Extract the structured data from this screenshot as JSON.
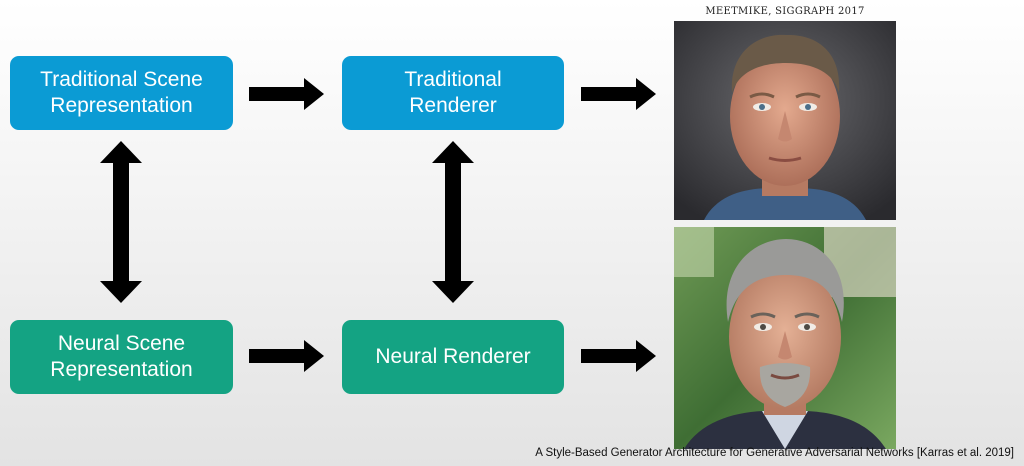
{
  "diagram": {
    "traditional_scene": "Traditional Scene\nRepresentation",
    "traditional_renderer": "Traditional\nRenderer",
    "neural_scene": "Neural Scene\nRepresentation",
    "neural_renderer": "Neural Renderer"
  },
  "captions": {
    "top": "MEETMIKE, SIGGRAPH 2017",
    "bottom": "A Style-Based Generator Architecture for Generative Adversarial Networks [Karras et al. 2019]"
  },
  "colors": {
    "traditional_box": "#0b9bd4",
    "neural_box": "#14a383",
    "arrow": "#000000"
  },
  "images": {
    "top_photo": "rendered-face-image",
    "bottom_photo": "generated-face-image"
  }
}
